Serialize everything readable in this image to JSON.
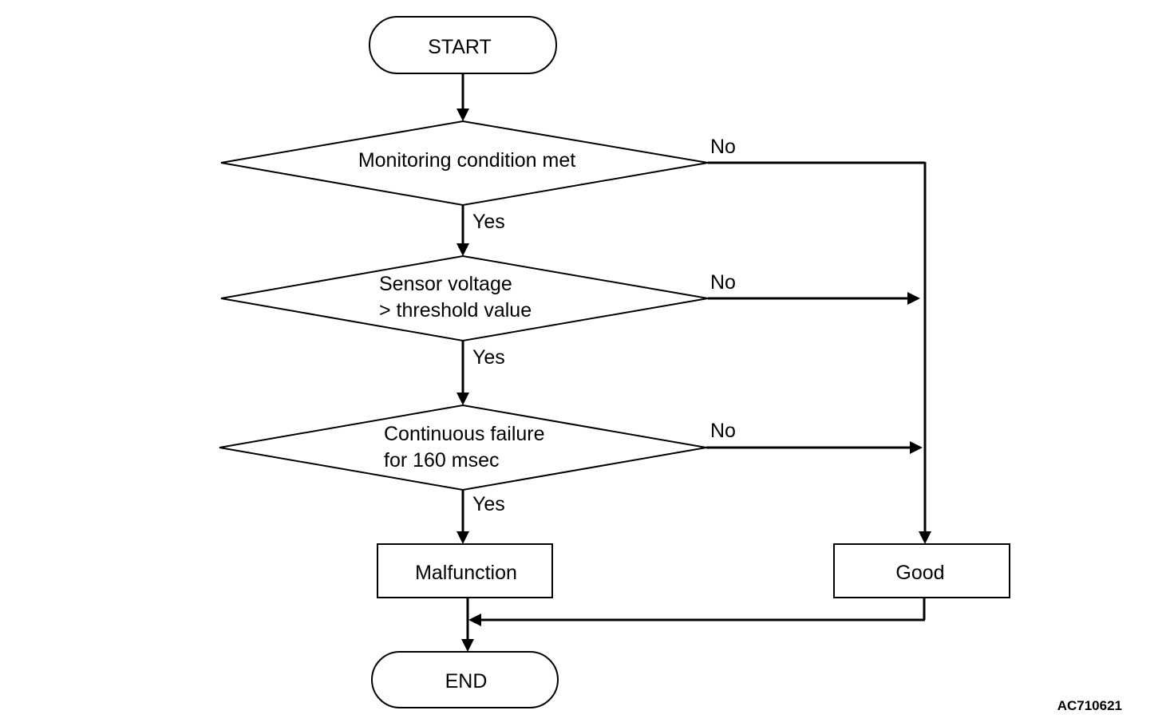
{
  "nodes": {
    "start": "START",
    "decision_1": "Monitoring condition met",
    "decision_2_line1": "Sensor voltage",
    "decision_2_line2": "> threshold value",
    "decision_3_line1": "Continuous failure",
    "decision_3_line2": "for 160 msec",
    "malfunction": "Malfunction",
    "good": "Good",
    "end": "END"
  },
  "edge_labels": {
    "d1_yes": "Yes",
    "d1_no": "No",
    "d2_yes": "Yes",
    "d2_no": "No",
    "d3_yes": "Yes",
    "d3_no": "No"
  },
  "figure_code": "AC710621"
}
